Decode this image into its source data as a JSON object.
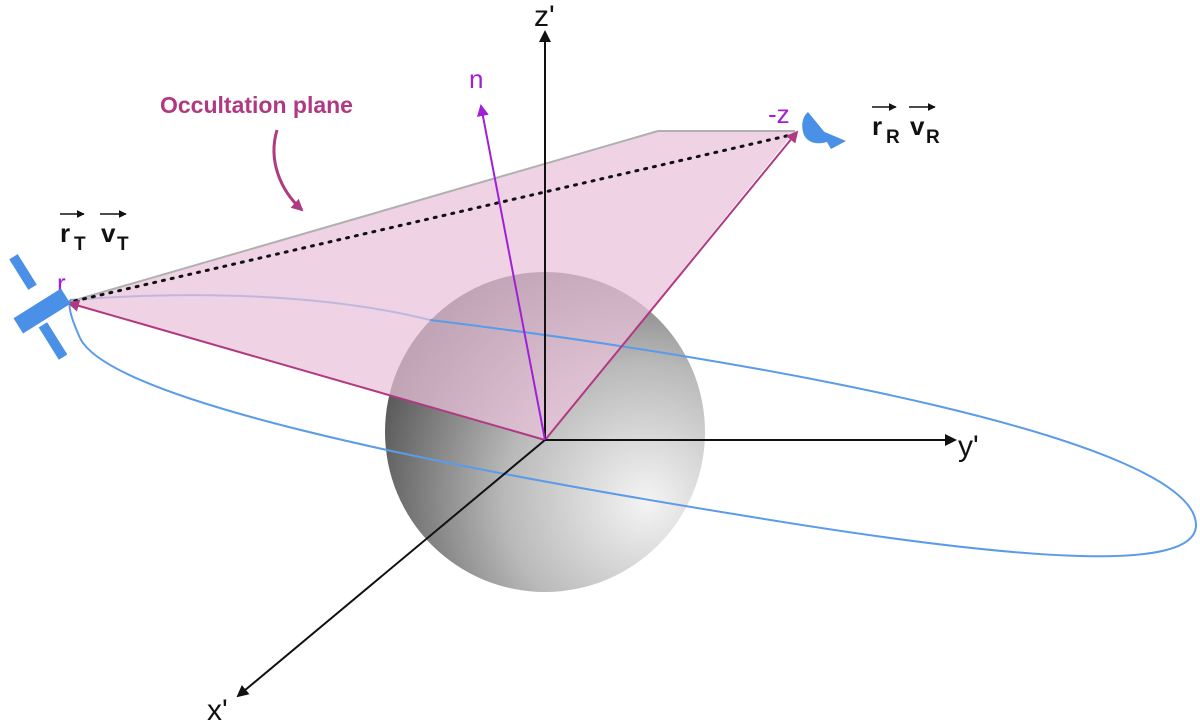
{
  "labels": {
    "z_axis": "z'",
    "y_axis": "y'",
    "x_axis": "x'",
    "normal": "n",
    "plane": "Occultation plane",
    "transmitter_point": "r",
    "receiver_point": "-z"
  },
  "vectors": {
    "transmitter": [
      {
        "main": "r",
        "sub": "T"
      },
      {
        "main": "v",
        "sub": "T"
      }
    ],
    "receiver": [
      {
        "main": "r",
        "sub": "R"
      },
      {
        "main": "v",
        "sub": "R"
      }
    ]
  },
  "colors": {
    "plane_fill": "#e9c2d9",
    "plane_edge": "#b03a82",
    "plane_label": "#b03a82",
    "orbit": "#5b9be8",
    "spacecraft": "#4a90e6",
    "normal_vector": "#a020d8",
    "axes": "#111111"
  },
  "icons": {
    "transmitter": "satellite-icon",
    "receiver": "antenna-dish-icon"
  }
}
